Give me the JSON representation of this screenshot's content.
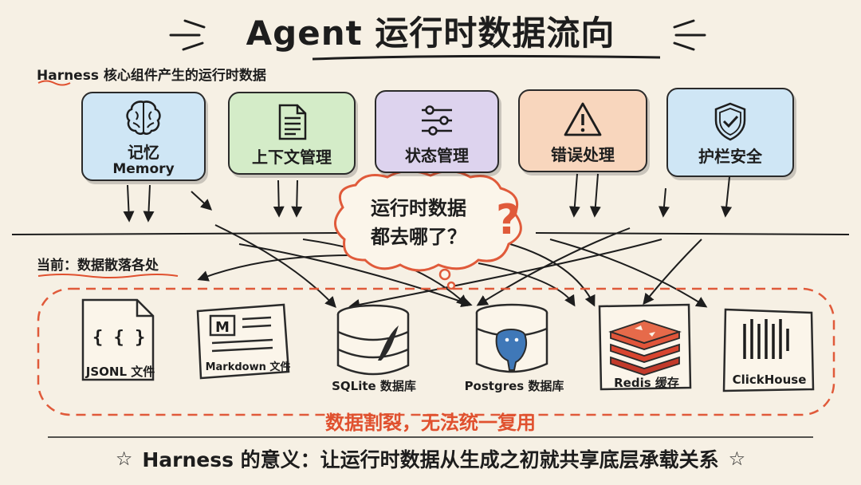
{
  "title": "Agent 运行时数据流向",
  "section_top": "Harness 核心组件产生的运行时数据",
  "section_bottom": "当前：数据散落各处",
  "components": [
    {
      "icon": "brain-icon",
      "label": "记忆",
      "sub": "Memory",
      "color": "#cfe6f5"
    },
    {
      "icon": "document-icon",
      "label": "上下文管理",
      "sub": "",
      "color": "#d4ecc8"
    },
    {
      "icon": "sliders-icon",
      "label": "状态管理",
      "sub": "",
      "color": "#ddd3ee"
    },
    {
      "icon": "warning-icon",
      "label": "错误处理",
      "sub": "",
      "color": "#f8d6bd"
    },
    {
      "icon": "shield-icon",
      "label": "护栏安全",
      "sub": "",
      "color": "#cfe6f5"
    }
  ],
  "question": {
    "line1": "运行时数据",
    "line2": "都去哪了？",
    "mark": "?"
  },
  "stores": [
    {
      "icon": "json-file-icon",
      "label": "JSONL 文件",
      "icon_text": "{ { } ..."
    },
    {
      "icon": "markdown-file-icon",
      "label": "Markdown 文件",
      "icon_text": "M"
    },
    {
      "icon": "sqlite-db-icon",
      "label": "SQLite 数据库"
    },
    {
      "icon": "postgres-db-icon",
      "label": "Postgres 数据库"
    },
    {
      "icon": "redis-icon",
      "label": "Redis 缓存"
    },
    {
      "icon": "clickhouse-icon",
      "label": "ClickHouse"
    }
  ],
  "warning": "数据割裂，无法统一复用",
  "bottom": "Harness 的意义：让运行时数据从生成之初就共享底层承载关系",
  "star": "☆",
  "colors": {
    "accent": "#e0512f",
    "outline": "#2a2a2a",
    "background": "#f6f0e4"
  }
}
